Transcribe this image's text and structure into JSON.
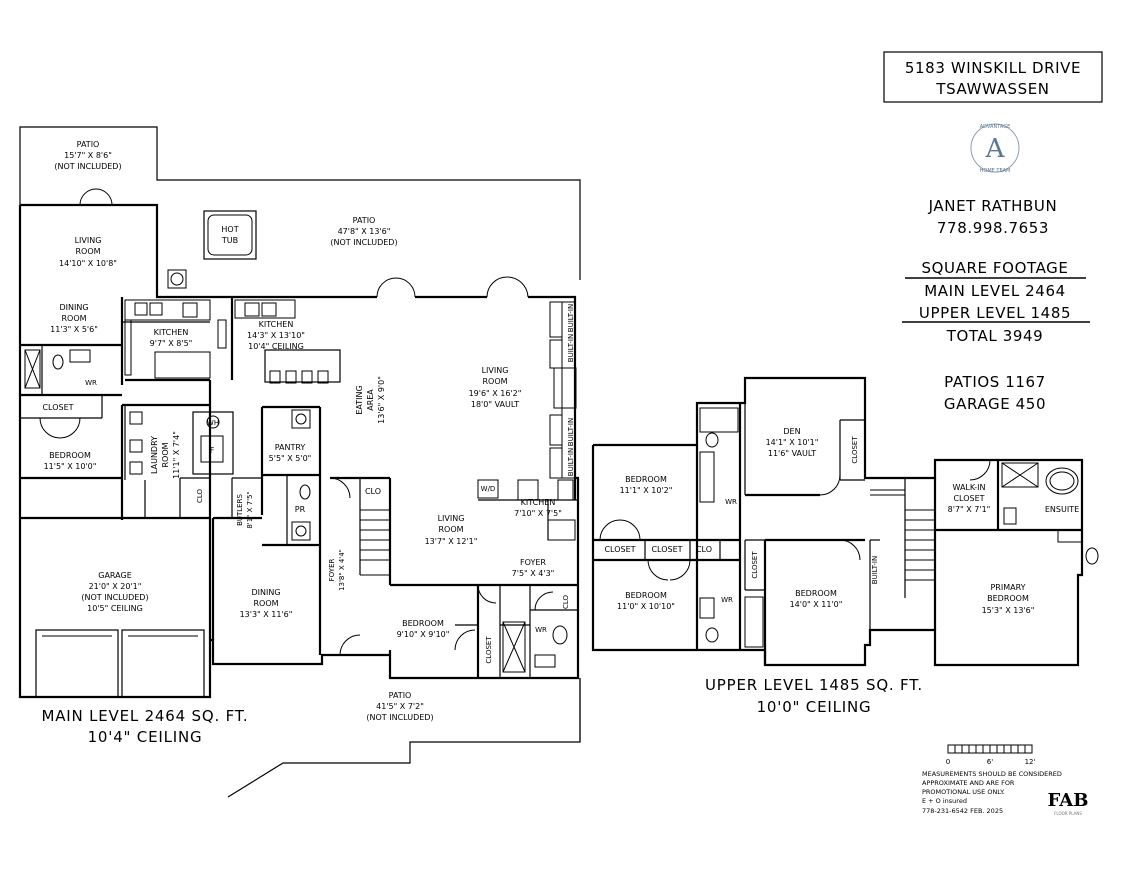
{
  "address": {
    "line1": "5183 WINSKILL DRIVE",
    "line2": "TSAWWASSEN"
  },
  "logo": {
    "letter": "A",
    "top": "ADVANTAGE",
    "bottom": "HOME TEAM"
  },
  "agent": {
    "name": "JANET RATHBUN",
    "phone": "778.998.7653"
  },
  "footage": {
    "heading": "SQUARE FOOTAGE",
    "main": "MAIN LEVEL 2464",
    "upper": "UPPER LEVEL 1485",
    "total": "TOTAL 3949",
    "patios": "PATIOS 1167",
    "garage": "GARAGE 450"
  },
  "main_level": {
    "title": "MAIN LEVEL 2464 SQ. FT.",
    "ceiling": "10'4\" CEILING",
    "rooms": {
      "patio_nw": [
        "PATIO",
        "15'7\" X 8'6\"",
        "(NOT INCLUDED)"
      ],
      "living_w": [
        "LIVING",
        "ROOM",
        "14'10\" X 10'8\""
      ],
      "dining_w": [
        "DINING",
        "ROOM",
        "11'3\" X 5'6\""
      ],
      "wr_w": "WR",
      "closet_w": "CLOSET",
      "bedroom_w": [
        "BEDROOM",
        "11'5\" X 10'0\""
      ],
      "kitchen_w": [
        "KITCHEN",
        "9'7\" X 8'5\""
      ],
      "hot_tub": [
        "HOT",
        "TUB"
      ],
      "patio_n": [
        "PATIO",
        "47'8\" X 13'6\"",
        "(NOT INCLUDED)"
      ],
      "kitchen_main": [
        "KITCHEN",
        "14'3\" X 13'10\"",
        "10'4\" CEILING"
      ],
      "eating": [
        "EATING",
        "AREA",
        "13'6\" X 9'0\""
      ],
      "living_main": [
        "LIVING",
        "ROOM",
        "19'6\" X 16'2\"",
        "18'0\" VAULT"
      ],
      "built_in": "BUILT-IN",
      "laundry": [
        "LAUNDRY",
        "ROOM",
        "11'1\" X 7'4\""
      ],
      "wh": "WH",
      "f": "F",
      "pantry": [
        "PANTRY",
        "5'5\" X 5'0\""
      ],
      "clo": "CLO",
      "butlers": [
        "BUTLERS",
        "8'1\" X 7'5\""
      ],
      "pr": "PR",
      "garage": [
        "GARAGE",
        "21'0\" X 20'1\"",
        "(NOT INCLUDED)",
        "10'5\" CEILING"
      ],
      "dining_main": [
        "DINING",
        "ROOM",
        "13'3\" X 11'6\""
      ],
      "foyer_main": [
        "FOYER",
        "13'8\" X 4'4\""
      ],
      "living_e": [
        "LIVING",
        "ROOM",
        "13'7\" X 12'1\""
      ],
      "wd": "W/D",
      "kitchen_e": [
        "KITCHEN",
        "7'10\" X 7'5\""
      ],
      "foyer_e": [
        "FOYER",
        "7'5\" X 4'3\""
      ],
      "bedroom_e": [
        "BEDROOM",
        "9'10\" X 9'10\""
      ],
      "closet": "CLOSET",
      "wr": "WR",
      "patio_s": [
        "PATIO",
        "41'5\" X 7'2\"",
        "(NOT INCLUDED)"
      ]
    }
  },
  "upper_level": {
    "title": "UPPER LEVEL 1485 SQ. FT.",
    "ceiling": "10'0\" CEILING",
    "rooms": {
      "bedroom_1": [
        "BEDROOM",
        "11'1\" X 10'2\""
      ],
      "den": [
        "DEN",
        "14'1\" X 10'1\"",
        "11'6\" VAULT"
      ],
      "closet": "CLOSET",
      "wr": "WR",
      "clo": "CLO",
      "bedroom_2": [
        "BEDROOM",
        "11'0\" X 10'10\""
      ],
      "bedroom_3": [
        "BEDROOM",
        "14'0\" X 11'0\""
      ],
      "built_in": "BUILT-IN",
      "walkin": [
        "WALK-IN",
        "CLOSET",
        "8'7\" X 7'1\""
      ],
      "ensuite": "ENSUITE",
      "primary": [
        "PRIMARY",
        "BEDROOM",
        "15'3\" X 13'6\""
      ]
    }
  },
  "scale": {
    "t0": "0",
    "t6": "6'",
    "t12": "12'"
  },
  "disclaimer": [
    "MEASUREMENTS SHOULD BE CONSIDERED",
    "APPROXIMATE AND ARE FOR",
    "PROMOTIONAL USE ONLY.",
    "E + O insured",
    "778-231-6542  FEB. 2025"
  ],
  "fab_logo": {
    "text": "FAB",
    "sub": "FLOOR PLANS"
  }
}
